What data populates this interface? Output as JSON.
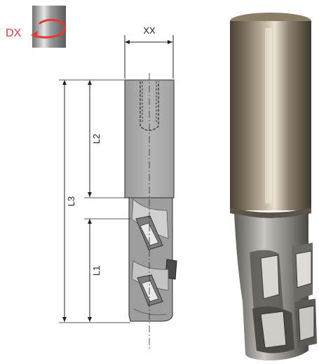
{
  "rotation_badge": {
    "label": "DX",
    "color": "#e53935",
    "icon": "rotation-arrow-icon"
  },
  "drawing": {
    "width_label": "XX",
    "length_labels": {
      "shank": "L2",
      "overall": "L3",
      "cutting": "L1"
    }
  },
  "photo": {
    "subject": "end-mill-cutter-photo"
  },
  "colors": {
    "drawing_body": "#a9a9a9",
    "drawing_line": "#2b2b2b",
    "shank_dark": "#6e6455",
    "shank_light": "#cfc6b8",
    "head_metal": "#9c9a96"
  }
}
